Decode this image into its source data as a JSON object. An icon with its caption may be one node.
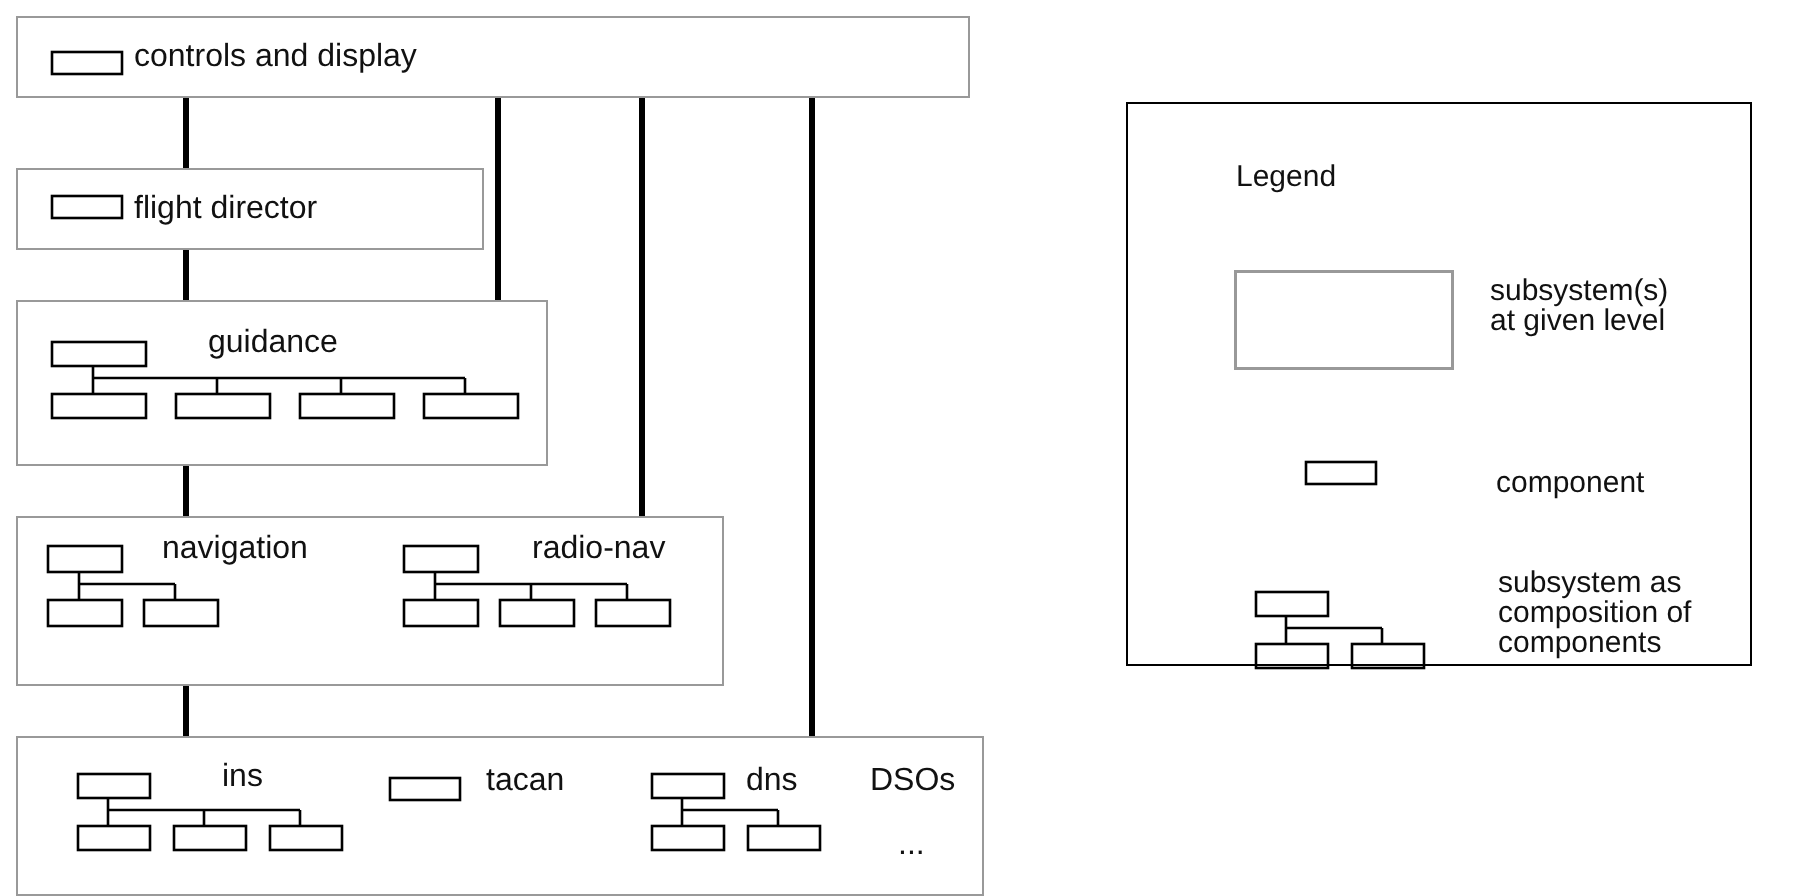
{
  "diagram": {
    "nodes": [
      {
        "text": [
          "controls and display"
        ]
      },
      {
        "text": [
          "flight director"
        ]
      },
      {
        "text": [
          "guidance"
        ]
      },
      {
        "text": [
          "navigation",
          "radio-nav"
        ]
      },
      {
        "text": [
          "ins",
          "tacan",
          "dns",
          "DSOs",
          "..."
        ]
      }
    ],
    "edges": [
      {
        "from": 0,
        "to": 1,
        "arrow": "none"
      },
      {
        "from": 1,
        "to": 2,
        "arrow": "none"
      },
      {
        "from": 2,
        "to": 3,
        "arrow": "none"
      },
      {
        "from": 3,
        "to": 4,
        "arrow": "none"
      },
      {
        "from": 0,
        "to": 2,
        "arrow": "none"
      },
      {
        "from": 0,
        "to": 3,
        "arrow": "none"
      },
      {
        "from": 0,
        "to": 4,
        "arrow": "none"
      }
    ],
    "labels": [
      "Legend"
    ],
    "legend": [
      {
        "text": "subsystem(s) at given level"
      },
      {
        "text": "component"
      },
      {
        "text": "subsystem as composition of components"
      }
    ]
  }
}
